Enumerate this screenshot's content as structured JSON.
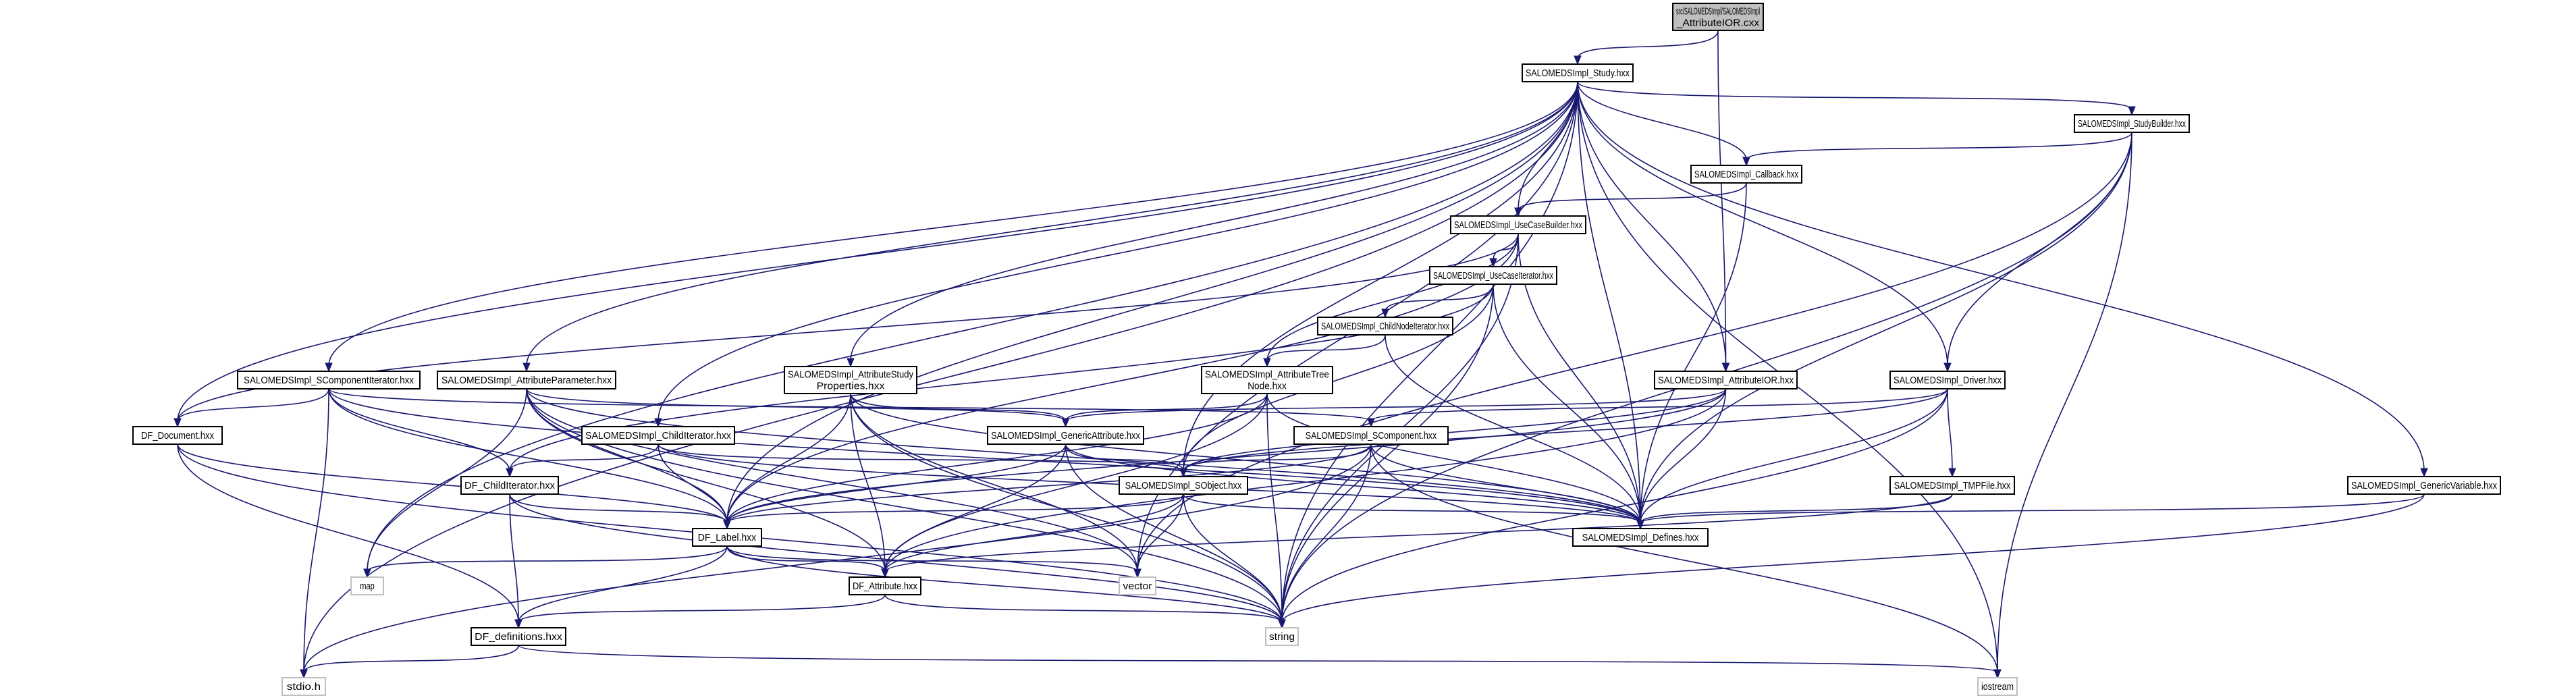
{
  "title": "Include dependency graph for SALOMEDSImpl_AttributeIOR.cxx",
  "colors": {
    "edge": "#191970",
    "root_fill": "#bfbfbf",
    "node_border": "#000000",
    "system_border": "#bfbfbf"
  },
  "nodes": [
    {
      "id": "root",
      "label": [
        "src/SALOMEDSImpl/SALOMEDSImpl",
        "_AttributeIOR.cxx"
      ],
      "kind": "root"
    },
    {
      "id": "study",
      "label": [
        "SALOMEDSImpl_Study.hxx"
      ],
      "kind": "file"
    },
    {
      "id": "studybuilder",
      "label": [
        "SALOMEDSImpl_StudyBuilder.hxx"
      ],
      "kind": "file"
    },
    {
      "id": "callback",
      "label": [
        "SALOMEDSImpl_Callback.hxx"
      ],
      "kind": "file"
    },
    {
      "id": "usecasebuilder",
      "label": [
        "SALOMEDSImpl_UseCaseBuilder.hxx"
      ],
      "kind": "file"
    },
    {
      "id": "usecaseiterator",
      "label": [
        "SALOMEDSImpl_UseCaseIterator.hxx"
      ],
      "kind": "file"
    },
    {
      "id": "childnodeiterator",
      "label": [
        "SALOMEDSImpl_ChildNodeIterator.hxx"
      ],
      "kind": "file"
    },
    {
      "id": "scomponentiterator",
      "label": [
        "SALOMEDSImpl_SComponentIterator.hxx"
      ],
      "kind": "file"
    },
    {
      "id": "attributeparameter",
      "label": [
        "SALOMEDSImpl_AttributeParameter.hxx"
      ],
      "kind": "file"
    },
    {
      "id": "attributestudyproperties",
      "label": [
        "SALOMEDSImpl_AttributeStudy",
        "Properties.hxx"
      ],
      "kind": "file"
    },
    {
      "id": "attributetreenode",
      "label": [
        "SALOMEDSImpl_AttributeTree",
        "Node.hxx"
      ],
      "kind": "file"
    },
    {
      "id": "attributeior",
      "label": [
        "SALOMEDSImpl_AttributeIOR.hxx"
      ],
      "kind": "file"
    },
    {
      "id": "driver",
      "label": [
        "SALOMEDSImpl_Driver.hxx"
      ],
      "kind": "file"
    },
    {
      "id": "dfdocument",
      "label": [
        "DF_Document.hxx"
      ],
      "kind": "file"
    },
    {
      "id": "childiterator",
      "label": [
        "SALOMEDSImpl_ChildIterator.hxx"
      ],
      "kind": "file"
    },
    {
      "id": "genericattribute",
      "label": [
        "SALOMEDSImpl_GenericAttribute.hxx"
      ],
      "kind": "file"
    },
    {
      "id": "scomponent",
      "label": [
        "SALOMEDSImpl_SComponent.hxx"
      ],
      "kind": "file"
    },
    {
      "id": "dfchilditerator",
      "label": [
        "DF_ChildIterator.hxx"
      ],
      "kind": "file"
    },
    {
      "id": "sobject",
      "label": [
        "SALOMEDSImpl_SObject.hxx"
      ],
      "kind": "file"
    },
    {
      "id": "tmpfile",
      "label": [
        "SALOMEDSImpl_TMPFile.hxx"
      ],
      "kind": "file"
    },
    {
      "id": "genericvariable",
      "label": [
        "SALOMEDSImpl_GenericVariable.hxx"
      ],
      "kind": "file"
    },
    {
      "id": "dflabel",
      "label": [
        "DF_Label.hxx"
      ],
      "kind": "file"
    },
    {
      "id": "defines",
      "label": [
        "SALOMEDSImpl_Defines.hxx"
      ],
      "kind": "file"
    },
    {
      "id": "map",
      "label": [
        "map"
      ],
      "kind": "system"
    },
    {
      "id": "dfattribute",
      "label": [
        "DF_Attribute.hxx"
      ],
      "kind": "file"
    },
    {
      "id": "vector",
      "label": [
        "vector"
      ],
      "kind": "system"
    },
    {
      "id": "dfdefinitions",
      "label": [
        "DF_definitions.hxx"
      ],
      "kind": "file"
    },
    {
      "id": "string",
      "label": [
        "string"
      ],
      "kind": "system"
    },
    {
      "id": "stdio",
      "label": [
        "stdio.h"
      ],
      "kind": "system"
    },
    {
      "id": "iostream",
      "label": [
        "iostream"
      ],
      "kind": "system"
    }
  ],
  "edges": [
    [
      "root",
      "study"
    ],
    [
      "root",
      "attributeior"
    ],
    [
      "study",
      "studybuilder"
    ],
    [
      "study",
      "callback"
    ],
    [
      "study",
      "usecasebuilder"
    ],
    [
      "study",
      "scomponentiterator"
    ],
    [
      "study",
      "attributeparameter"
    ],
    [
      "study",
      "attributestudyproperties"
    ],
    [
      "study",
      "childiterator"
    ],
    [
      "study",
      "attributeior"
    ],
    [
      "study",
      "driver"
    ],
    [
      "study",
      "genericvariable"
    ],
    [
      "study",
      "dfdocument"
    ],
    [
      "study",
      "sobject"
    ],
    [
      "study",
      "dflabel"
    ],
    [
      "study",
      "defines"
    ],
    [
      "study",
      "map"
    ],
    [
      "study",
      "string"
    ],
    [
      "study",
      "stdio"
    ],
    [
      "study",
      "iostream"
    ],
    [
      "study",
      "vector"
    ],
    [
      "studybuilder",
      "callback"
    ],
    [
      "studybuilder",
      "driver"
    ],
    [
      "studybuilder",
      "defines"
    ],
    [
      "studybuilder",
      "string"
    ],
    [
      "studybuilder",
      "iostream"
    ],
    [
      "studybuilder",
      "vector"
    ],
    [
      "callback",
      "usecasebuilder"
    ],
    [
      "callback",
      "defines"
    ],
    [
      "usecasebuilder",
      "usecaseiterator"
    ],
    [
      "usecasebuilder",
      "attributetreenode"
    ],
    [
      "usecasebuilder",
      "dfdocument"
    ],
    [
      "usecasebuilder",
      "dflabel"
    ],
    [
      "usecasebuilder",
      "defines"
    ],
    [
      "usecasebuilder",
      "string"
    ],
    [
      "usecaseiterator",
      "childnodeiterator"
    ],
    [
      "usecaseiterator",
      "sobject"
    ],
    [
      "usecaseiterator",
      "dfchilditerator"
    ],
    [
      "usecaseiterator",
      "defines"
    ],
    [
      "usecaseiterator",
      "string"
    ],
    [
      "childnodeiterator",
      "attributetreenode"
    ],
    [
      "childnodeiterator",
      "defines"
    ],
    [
      "scomponentiterator",
      "dfdocument"
    ],
    [
      "scomponentiterator",
      "dfchilditerator"
    ],
    [
      "scomponentiterator",
      "scomponent"
    ],
    [
      "scomponentiterator",
      "dflabel"
    ],
    [
      "scomponentiterator",
      "defines"
    ],
    [
      "scomponentiterator",
      "stdio"
    ],
    [
      "attributeparameter",
      "genericattribute"
    ],
    [
      "attributeparameter",
      "dfattribute"
    ],
    [
      "attributeparameter",
      "dflabel"
    ],
    [
      "attributeparameter",
      "defines"
    ],
    [
      "attributeparameter",
      "map"
    ],
    [
      "attributeparameter",
      "string"
    ],
    [
      "attributeparameter",
      "vector"
    ],
    [
      "attributestudyproperties",
      "genericattribute"
    ],
    [
      "attributestudyproperties",
      "dfattribute"
    ],
    [
      "attributestudyproperties",
      "dflabel"
    ],
    [
      "attributestudyproperties",
      "defines"
    ],
    [
      "attributestudyproperties",
      "string"
    ],
    [
      "attributestudyproperties",
      "vector"
    ],
    [
      "attributetreenode",
      "genericattribute"
    ],
    [
      "attributetreenode",
      "dfattribute"
    ],
    [
      "attributetreenode",
      "dflabel"
    ],
    [
      "attributetreenode",
      "defines"
    ],
    [
      "attributetreenode",
      "string"
    ],
    [
      "attributeior",
      "genericattribute"
    ],
    [
      "attributeior",
      "dfattribute"
    ],
    [
      "attributeior",
      "dflabel"
    ],
    [
      "attributeior",
      "defines"
    ],
    [
      "attributeior",
      "sobject"
    ],
    [
      "driver",
      "sobject"
    ],
    [
      "driver",
      "scomponent"
    ],
    [
      "driver",
      "tmpfile"
    ],
    [
      "driver",
      "defines"
    ],
    [
      "driver",
      "string"
    ],
    [
      "dfdocument",
      "dflabel"
    ],
    [
      "dfdocument",
      "dfdefinitions"
    ],
    [
      "dfdocument",
      "string"
    ],
    [
      "childiterator",
      "dfchilditerator"
    ],
    [
      "childiterator",
      "sobject"
    ],
    [
      "childiterator",
      "dflabel"
    ],
    [
      "childiterator",
      "defines"
    ],
    [
      "genericattribute",
      "sobject"
    ],
    [
      "genericattribute",
      "dfattribute"
    ],
    [
      "genericattribute",
      "dflabel"
    ],
    [
      "genericattribute",
      "defines"
    ],
    [
      "genericattribute",
      "string"
    ],
    [
      "scomponent",
      "sobject"
    ],
    [
      "scomponent",
      "dflabel"
    ],
    [
      "scomponent",
      "defines"
    ],
    [
      "scomponent",
      "string"
    ],
    [
      "scomponent",
      "iostream"
    ],
    [
      "scomponent",
      "stdio"
    ],
    [
      "dfchilditerator",
      "dflabel"
    ],
    [
      "dfchilditerator",
      "dfdefinitions"
    ],
    [
      "dfchilditerator",
      "string"
    ],
    [
      "sobject",
      "dflabel"
    ],
    [
      "sobject",
      "dfattribute"
    ],
    [
      "sobject",
      "defines"
    ],
    [
      "sobject",
      "vector"
    ],
    [
      "sobject",
      "string"
    ],
    [
      "tmpfile",
      "defines"
    ],
    [
      "tmpfile",
      "dfattribute"
    ],
    [
      "genericvariable",
      "defines"
    ],
    [
      "genericvariable",
      "string"
    ],
    [
      "dflabel",
      "dfattribute"
    ],
    [
      "dflabel",
      "dfdefinitions"
    ],
    [
      "dflabel",
      "map"
    ],
    [
      "dflabel",
      "vector"
    ],
    [
      "dflabel",
      "string"
    ],
    [
      "dfattribute",
      "dfdefinitions"
    ],
    [
      "dfattribute",
      "string"
    ],
    [
      "dfdefinitions",
      "stdio"
    ],
    [
      "dfdefinitions",
      "iostream"
    ]
  ]
}
